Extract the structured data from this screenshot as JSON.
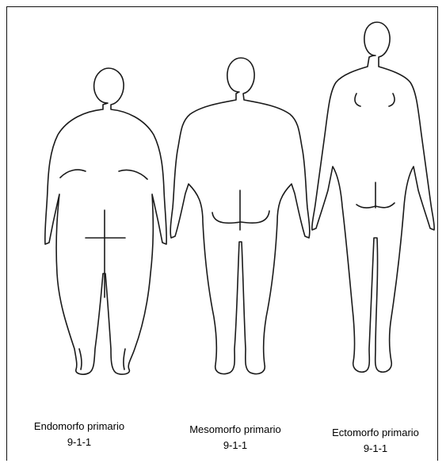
{
  "figures": [
    {
      "name": "Endomorfo primario",
      "code": "9-1-1"
    },
    {
      "name": "Mesomorfo primario",
      "code": "9-1-1"
    },
    {
      "name": "Ectomorfo primario",
      "code": "9-1-1"
    }
  ],
  "colors": {
    "outline": "#1a1a1a",
    "frame": "#111111",
    "background": "#ffffff"
  }
}
